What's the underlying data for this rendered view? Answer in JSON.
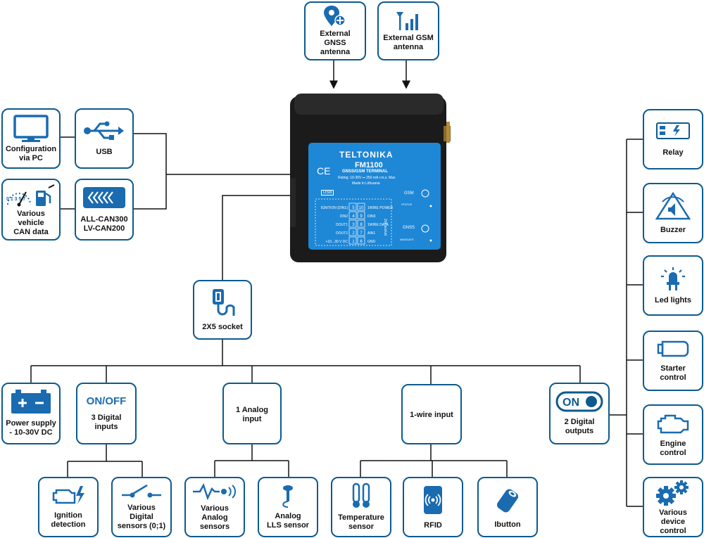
{
  "device": {
    "brand": "TELTONIKA",
    "model": "FM1100",
    "subtitle": "GNSS/GSM TERMINAL",
    "rating": "Rating: 10-30V ⎓ 250 mA r.m.s. Max",
    "made_in": "Made in Lithuania",
    "usb_label": "USB",
    "gsm_label": "GSM",
    "status_label": "STATUS",
    "gnss_label": "GNSS",
    "navigate_label": "NAVIGATE",
    "socket_label": "2x5 socket",
    "pin_left": [
      "IGNITION (DIN1)",
      "DIN2",
      "DOUT1",
      "DOUT2",
      "+10...30 V DC"
    ],
    "pin_nums_a": [
      "5",
      "4",
      "3",
      "2",
      "1"
    ],
    "pin_nums_b": [
      "10",
      "9",
      "8",
      "7",
      "6"
    ],
    "pin_right": [
      "1WIRE POWER",
      "DIN3",
      "1WIRE DATA",
      "AIN1",
      "GND"
    ]
  },
  "nodes": {
    "gnss_antenna": "External\nGNSS\nantenna",
    "gsm_antenna": "External GSM\nantenna",
    "config_pc": "Configuration\nvia PC",
    "usb": "USB",
    "can_data": "Various\nvehicle\nCAN data",
    "can_adapter": "ALL-CAN300\nLV-CAN200",
    "socket": "2X5 socket",
    "power": "Power supply\n- 10-30V DC",
    "digital_inputs": "3 Digital\ninputs",
    "onoff": "ON/OFF",
    "analog_input": "1 Analog\ninput",
    "onewire_input": "1-wire input",
    "digital_outputs": "2 Digital\noutputs",
    "ignition": "Ignition\ndetection",
    "digital_sensors": "Various\nDigital\nsensors (0;1)",
    "analog_sensors": "Various\nAnalog\nsensors",
    "lls_sensor": "Analog\nLLS sensor",
    "temp_sensor": "Temperature\nsensor",
    "rfid": "RFID",
    "ibutton": "Ibutton",
    "relay": "Relay",
    "buzzer": "Buzzer",
    "led": "Led lights",
    "starter": "Starter\ncontrol",
    "engine": "Engine\ncontrol",
    "device_control": "Various\ndevice\ncontrol"
  },
  "gauge_digits": "0 1 3 5 7",
  "colors": {
    "accent": "#0d5a8f",
    "icon": "#1a6bb0",
    "line": "#111111",
    "label_blue": "#2b86d1"
  }
}
